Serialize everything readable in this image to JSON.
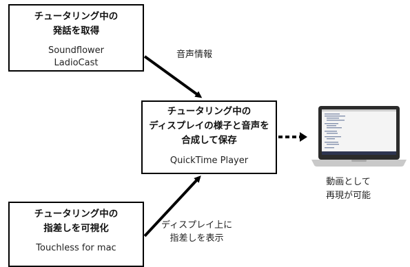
{
  "nodes": {
    "speech": {
      "title_lines": [
        "チュータリング中の",
        "発話を取得"
      ],
      "sub_lines": [
        "Soundflower",
        "LadioCast"
      ]
    },
    "record": {
      "title_lines": [
        "チュータリング中の",
        "ディスプレイの様子と音声を",
        "合成して保存"
      ],
      "sub_lines": [
        "QuickTime Player"
      ]
    },
    "pointer": {
      "title_lines": [
        "チュータリング中の",
        "指差しを可視化"
      ],
      "sub_lines": [
        "Touchless for mac"
      ]
    }
  },
  "edge_labels": {
    "audio": [
      "音声情報"
    ],
    "display": [
      "ディスプレイ上に",
      "指差しを表示"
    ],
    "video": [
      "動画として",
      "再現が可能"
    ]
  },
  "icons": {
    "output_device": "laptop-icon"
  },
  "colors": {
    "stroke": "#000000",
    "text": "#111111"
  }
}
